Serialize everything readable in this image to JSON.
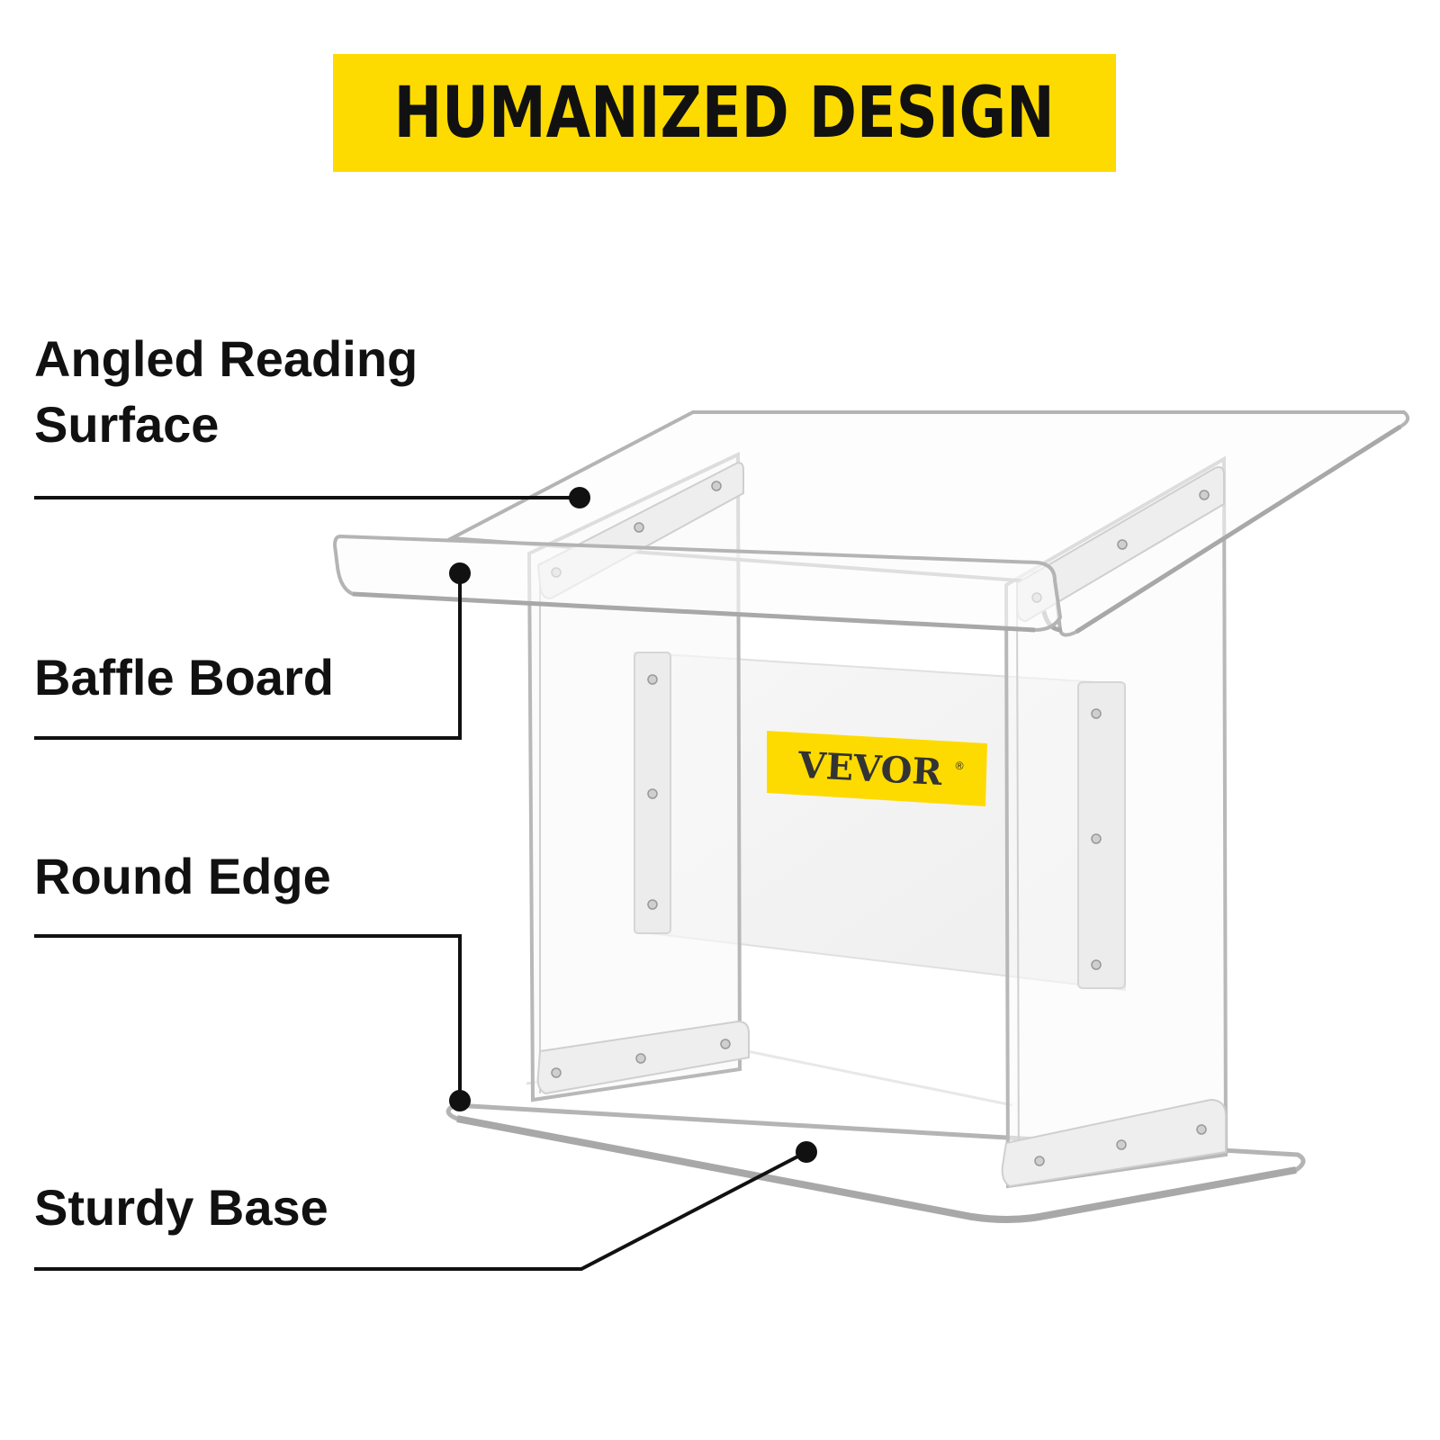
{
  "banner": {
    "title": "HUMANIZED DESIGN",
    "background_color": "#fedb00",
    "text_color": "#111111"
  },
  "callouts": [
    {
      "label": "Angled Reading Surface"
    },
    {
      "label": "Baffle Board"
    },
    {
      "label": "Round Edge"
    },
    {
      "label": "Sturdy Base"
    }
  ],
  "product": {
    "brand_logo_text": "VEVOR",
    "brand_logo_mark": "®",
    "logo_color": "#fedb00",
    "material_edge_color": "#b4b4b4"
  }
}
